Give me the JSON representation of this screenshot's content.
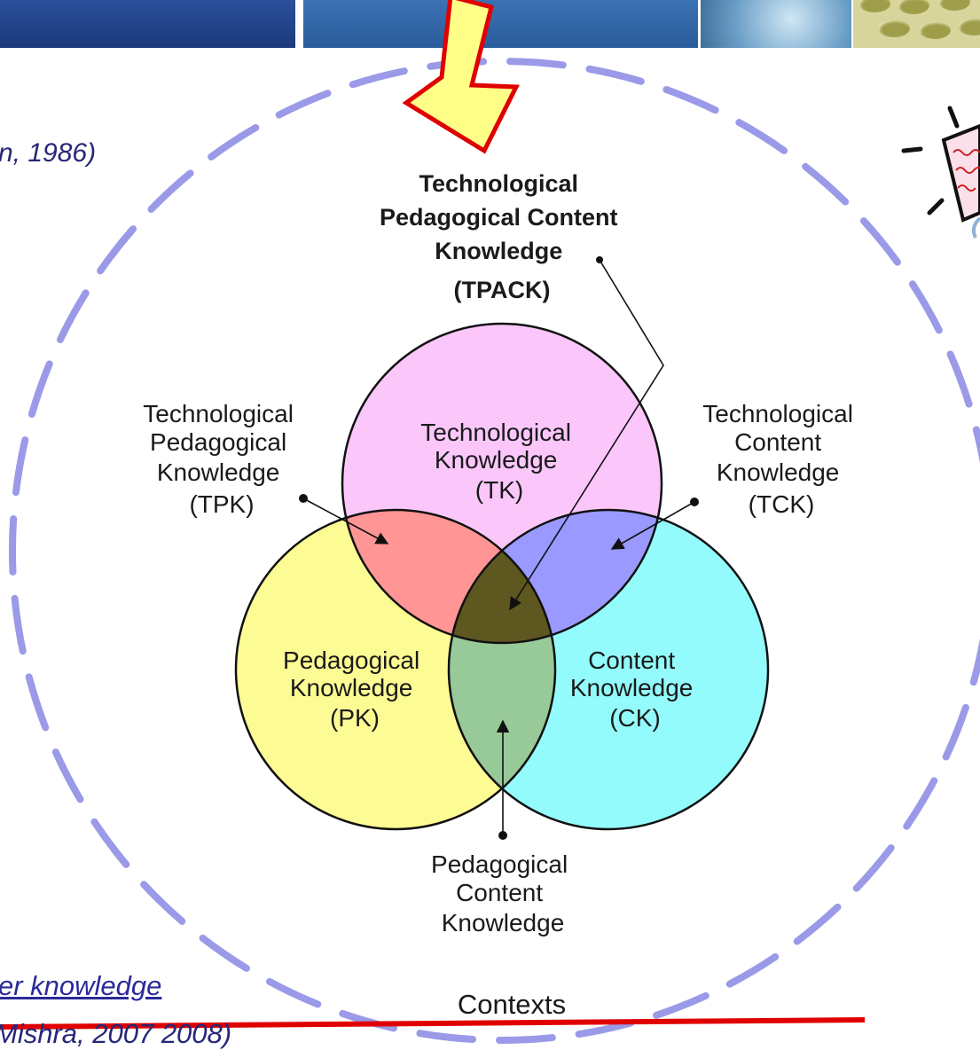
{
  "citation_top": "n, 1986)",
  "diagram": {
    "tpack_label": [
      "Technological",
      "Pedagogical Content",
      "Knowledge",
      "(TPACK)"
    ],
    "tk_label": [
      "Technological",
      "Knowledge",
      "(TK)"
    ],
    "pk_label": [
      "Pedagogical",
      "Knowledge",
      "(PK)"
    ],
    "ck_label": [
      "Content",
      "Knowledge",
      "(CK)"
    ],
    "tpk_label": [
      "Technological",
      "Pedagogical",
      "Knowledge",
      "(TPK)"
    ],
    "tck_label": [
      "Technological",
      "Content",
      "Knowledge",
      "(TCK)"
    ],
    "pck_label": [
      "Pedagogical",
      "Content",
      "Knowledge"
    ],
    "contexts_label": "Contexts"
  },
  "bottom_link": "er knowledge",
  "bottom_citation": "Mishra, 2007 2008)",
  "colors": {
    "tk": "#fbc7fb",
    "pk": "#fdfb93",
    "ck": "#93fbfb",
    "tpk": "#ff9595",
    "tck": "#9999ff",
    "pck": "#98c998",
    "tpack": "#5e5720",
    "contexts_ring": "#9a9ae8",
    "arrow_fill": "#ffff88",
    "arrow_stroke": "#e00000",
    "underline": "#e00000",
    "text_blue": "#26267a"
  }
}
